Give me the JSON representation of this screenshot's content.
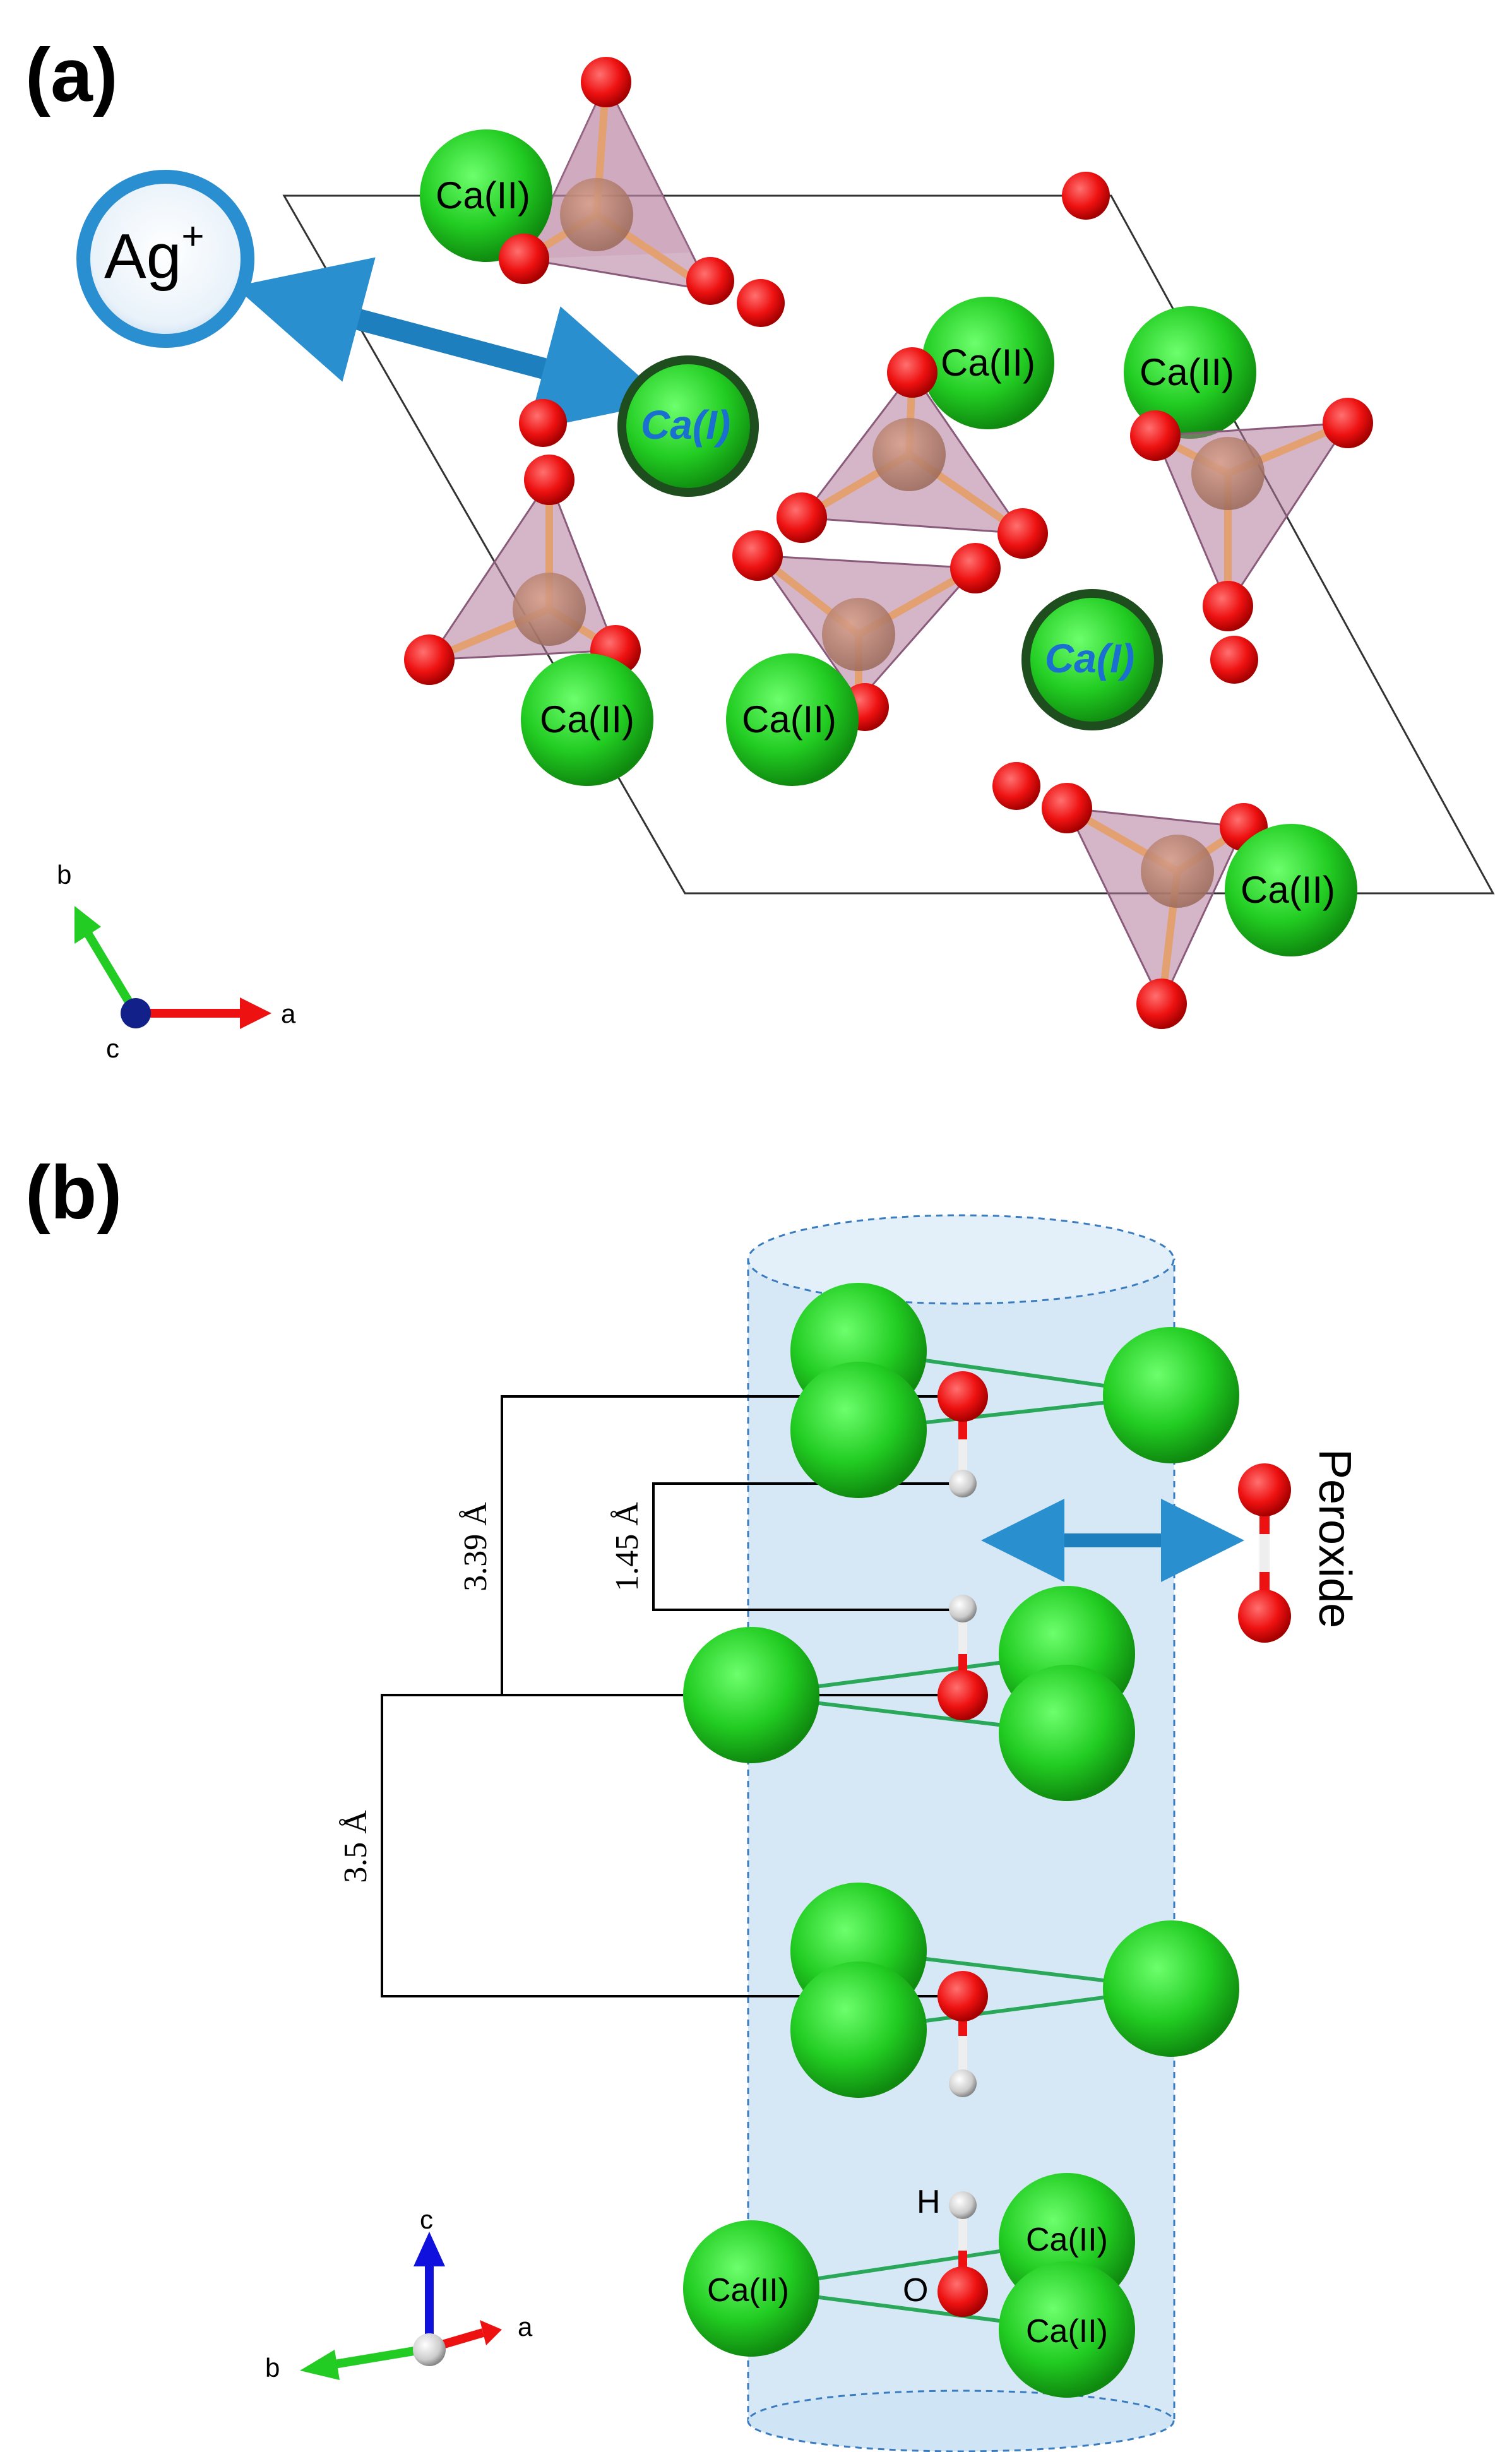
{
  "panel_a": {
    "label": "(a)",
    "ag_label": "Ag",
    "ag_sup": "+",
    "ca2_label": "Ca(II)",
    "ca1_label": "Ca(I)",
    "axes": {
      "a": "a",
      "b": "b",
      "c": "c"
    }
  },
  "panel_b": {
    "label": "(b)",
    "distances": {
      "d1": "3.39 Å",
      "d2": "1.45 Å",
      "d3": "3.5 Å"
    },
    "peroxide_label": "Peroxide",
    "h_label": "H",
    "o_label": "O",
    "ca2_label": "Ca(II)",
    "axes": {
      "a": "a",
      "b": "b",
      "c": "c"
    }
  },
  "colors": {
    "calcium": "#22cc22",
    "oxygen": "#ee1111",
    "hydrogen": "#d0d0d0",
    "tetrahedron": "#b07a9a",
    "arrow": "#2a8fcf",
    "cylinder": "#cfe4f4",
    "ca1_text": "#1a6fd0"
  }
}
